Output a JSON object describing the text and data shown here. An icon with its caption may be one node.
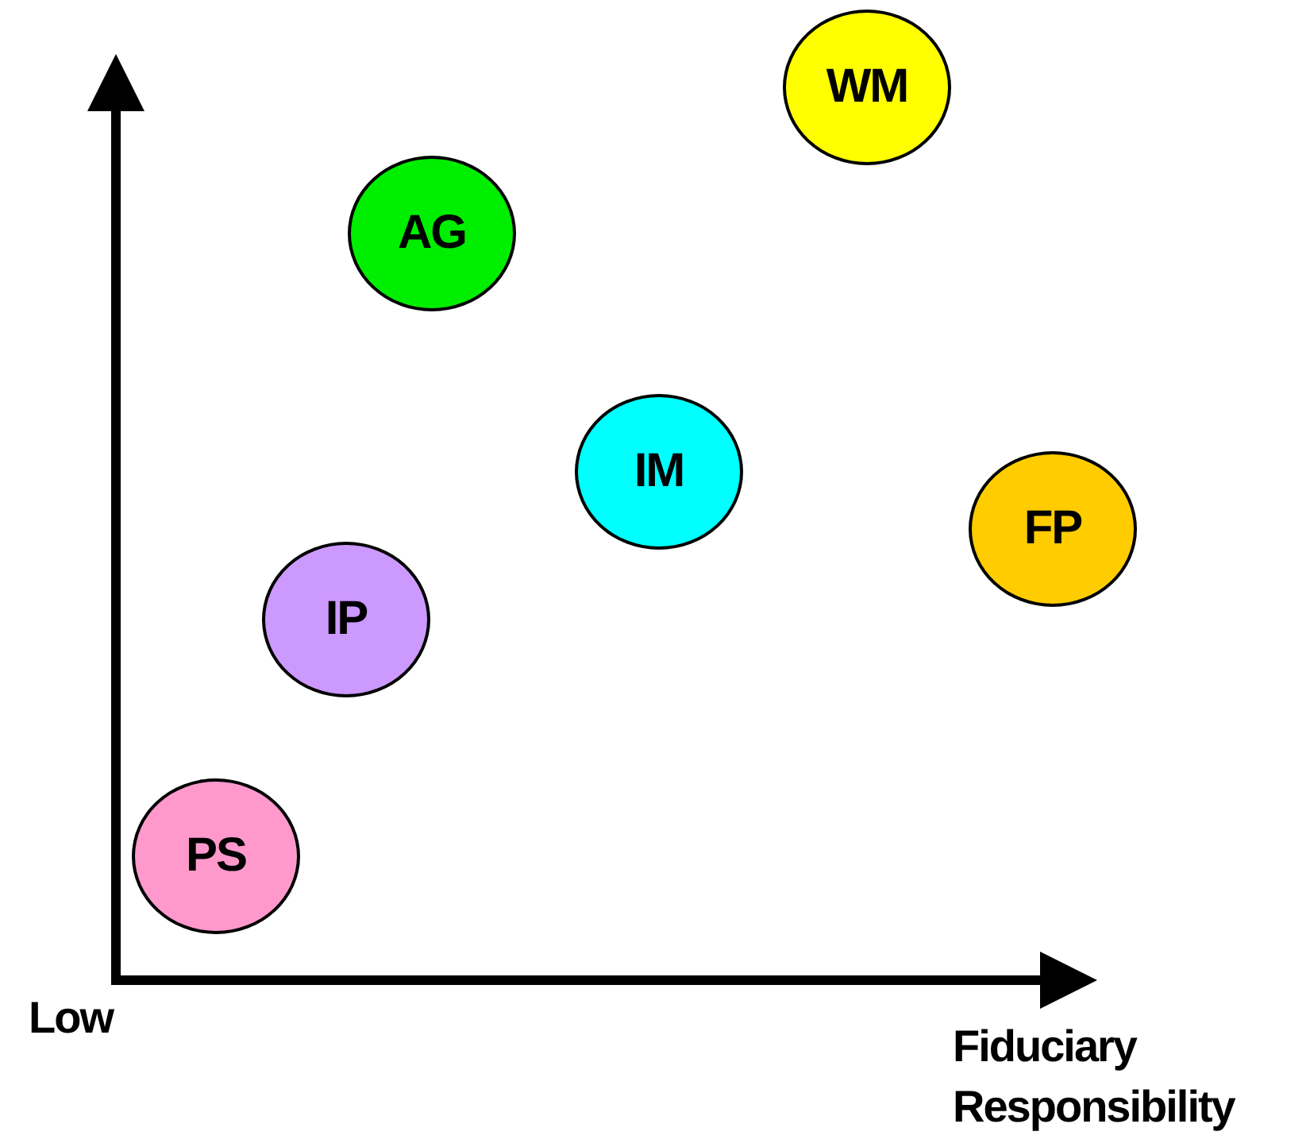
{
  "diagram": {
    "nodes": [
      {
        "text": [
          "WM"
        ]
      },
      {
        "text": [
          "AG"
        ]
      },
      {
        "text": [
          "IM"
        ]
      },
      {
        "text": [
          "FP"
        ]
      },
      {
        "text": [
          "IP"
        ]
      },
      {
        "text": [
          "PS"
        ]
      }
    ],
    "labels": [
      "Low",
      "Fiduciary Responsibility"
    ]
  }
}
